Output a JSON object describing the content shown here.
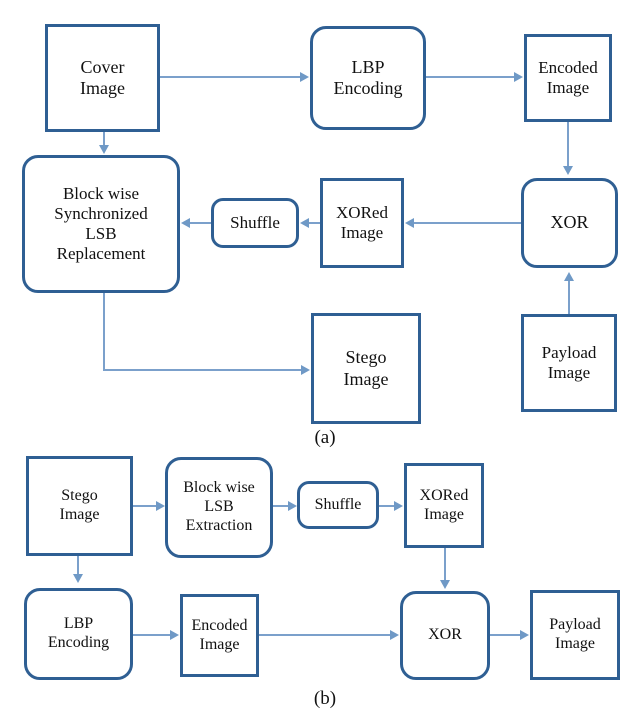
{
  "figure": {
    "title": "LBP based steganography embedding and extraction block diagrams",
    "colors": {
      "box_border": "#2f5f93",
      "arrow": "#7ba0cb",
      "background": "#ffffff",
      "text": "#111111"
    },
    "captions": [
      {
        "id": "caption-a",
        "label": "(a)"
      },
      {
        "id": "caption-b",
        "label": "(b)"
      }
    ]
  },
  "diagram_a": {
    "caption": "(a)",
    "nodes": [
      {
        "id": "a-cover-image",
        "label": "Cover\nImage",
        "shape": "rectangle"
      },
      {
        "id": "a-lbp-encoding",
        "label": "LBP\nEncoding",
        "shape": "rounded-rectangle"
      },
      {
        "id": "a-encoded-image",
        "label": "Encoded\nImage",
        "shape": "rectangle"
      },
      {
        "id": "a-blockwise-lsb",
        "label": "Block wise\nSynchronized\nLSB\nReplacement",
        "shape": "rounded-rectangle"
      },
      {
        "id": "a-shuffle",
        "label": "Shuffle",
        "shape": "rounded-rectangle"
      },
      {
        "id": "a-xored-image",
        "label": "XORed\nImage",
        "shape": "rectangle"
      },
      {
        "id": "a-xor",
        "label": "XOR",
        "shape": "rounded-rectangle"
      },
      {
        "id": "a-stego-image",
        "label": "Stego\nImage",
        "shape": "rectangle"
      },
      {
        "id": "a-payload-image",
        "label": "Payload\nImage",
        "shape": "rectangle"
      }
    ],
    "edges": [
      {
        "from": "a-cover-image",
        "to": "a-lbp-encoding",
        "direction": "right"
      },
      {
        "from": "a-lbp-encoding",
        "to": "a-encoded-image",
        "direction": "right"
      },
      {
        "from": "a-cover-image",
        "to": "a-blockwise-lsb",
        "direction": "down"
      },
      {
        "from": "a-encoded-image",
        "to": "a-xor",
        "direction": "down"
      },
      {
        "from": "a-payload-image",
        "to": "a-xor",
        "direction": "up"
      },
      {
        "from": "a-xor",
        "to": "a-xored-image",
        "direction": "left"
      },
      {
        "from": "a-xored-image",
        "to": "a-shuffle",
        "direction": "left"
      },
      {
        "from": "a-shuffle",
        "to": "a-blockwise-lsb",
        "direction": "left"
      },
      {
        "from": "a-blockwise-lsb",
        "to": "a-stego-image",
        "direction": "elbow-down-right"
      }
    ]
  },
  "diagram_b": {
    "caption": "(b)",
    "nodes": [
      {
        "id": "b-stego-image",
        "label": "Stego\nImage",
        "shape": "rectangle"
      },
      {
        "id": "b-blockwise-lsb-ext",
        "label": "Block wise\nLSB\nExtraction",
        "shape": "rounded-rectangle"
      },
      {
        "id": "b-shuffle",
        "label": "Shuffle",
        "shape": "rounded-rectangle"
      },
      {
        "id": "b-xored-image",
        "label": "XORed\nImage",
        "shape": "rectangle"
      },
      {
        "id": "b-lbp-encoding",
        "label": "LBP\nEncoding",
        "shape": "rounded-rectangle"
      },
      {
        "id": "b-encoded-image",
        "label": "Encoded\nImage",
        "shape": "rectangle"
      },
      {
        "id": "b-xor",
        "label": "XOR",
        "shape": "rounded-rectangle"
      },
      {
        "id": "b-payload-image",
        "label": "Payload\nImage",
        "shape": "rectangle"
      }
    ],
    "edges": [
      {
        "from": "b-stego-image",
        "to": "b-blockwise-lsb-ext",
        "direction": "right"
      },
      {
        "from": "b-blockwise-lsb-ext",
        "to": "b-shuffle",
        "direction": "right"
      },
      {
        "from": "b-shuffle",
        "to": "b-xored-image",
        "direction": "right"
      },
      {
        "from": "b-stego-image",
        "to": "b-lbp-encoding",
        "direction": "down"
      },
      {
        "from": "b-xored-image",
        "to": "b-xor",
        "direction": "down"
      },
      {
        "from": "b-lbp-encoding",
        "to": "b-encoded-image",
        "direction": "right"
      },
      {
        "from": "b-encoded-image",
        "to": "b-xor",
        "direction": "right"
      },
      {
        "from": "b-xor",
        "to": "b-payload-image",
        "direction": "right"
      }
    ]
  }
}
